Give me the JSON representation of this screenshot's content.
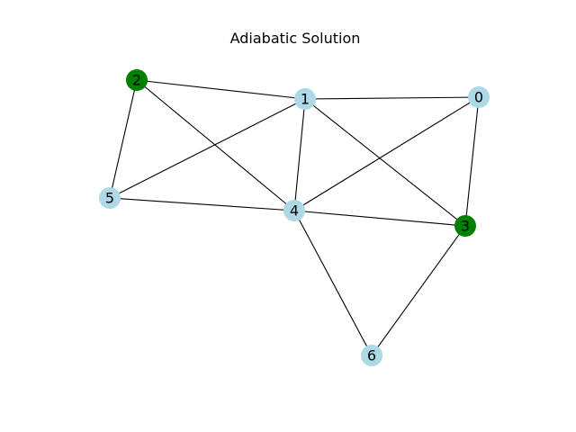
{
  "title": "Adiabatic Solution",
  "colors": {
    "default_node": "#add8e6",
    "selected_node": "#008000",
    "edge": "#000000"
  },
  "nodes": [
    {
      "id": "0",
      "label": "0",
      "selected": false
    },
    {
      "id": "1",
      "label": "1",
      "selected": false
    },
    {
      "id": "2",
      "label": "2",
      "selected": true
    },
    {
      "id": "3",
      "label": "3",
      "selected": true
    },
    {
      "id": "4",
      "label": "4",
      "selected": false
    },
    {
      "id": "5",
      "label": "5",
      "selected": false
    },
    {
      "id": "6",
      "label": "6",
      "selected": false
    }
  ],
  "edges": [
    [
      "2",
      "1"
    ],
    [
      "2",
      "5"
    ],
    [
      "2",
      "4"
    ],
    [
      "1",
      "0"
    ],
    [
      "1",
      "5"
    ],
    [
      "1",
      "4"
    ],
    [
      "1",
      "3"
    ],
    [
      "0",
      "4"
    ],
    [
      "0",
      "3"
    ],
    [
      "5",
      "4"
    ],
    [
      "4",
      "3"
    ],
    [
      "4",
      "6"
    ],
    [
      "3",
      "6"
    ]
  ]
}
